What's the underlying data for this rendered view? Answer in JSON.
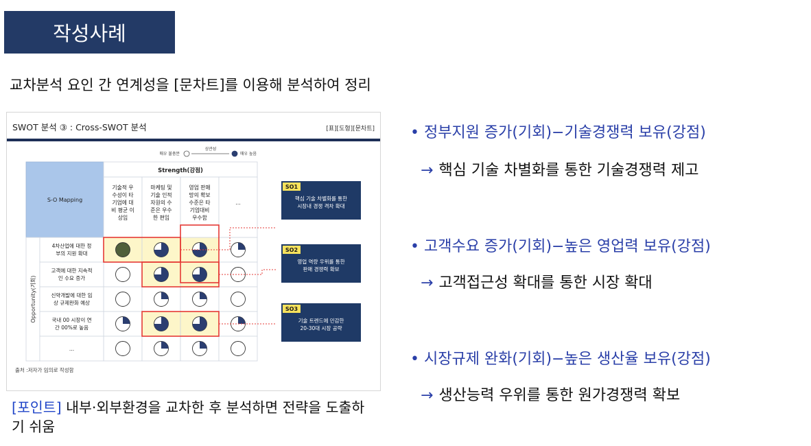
{
  "header": {
    "title": "작성사례"
  },
  "subtitle": "교차분석 요인 간 연계성을 [문차트]를 이용해 분석하여 정리",
  "figure": {
    "title": "SWOT 분석 ③ : Cross-SWOT 분석",
    "tag": "[표][도형][문차트]",
    "legend": {
      "low": "매우 불충분",
      "mid": "상관성",
      "high": "매우 높음"
    },
    "corner": "S-O Mapping",
    "strength_header": "Strength(강점)",
    "opportunity_header": "Opportunity(기회)",
    "strengths": [
      [
        "기술적 우",
        "수성이 타",
        "기업에 대",
        "비 평균 이",
        "상임"
      ],
      [
        "마케팅 및",
        "기술 인적",
        "자원의 수",
        "준은 우수",
        "한 편임"
      ],
      [
        "영업 판매",
        "망의 확보",
        "수준은 타",
        "기업대비",
        "우수함"
      ],
      [
        "..."
      ]
    ],
    "opportunities": [
      [
        "4차산업에 대한 정",
        "부의 지원 확대"
      ],
      [
        "고객에 대한 지속적",
        "인 수요 증가"
      ],
      [
        "신약개발에 대한 임",
        "상 규제완화 예상"
      ],
      [
        "국내 00 시장이 연",
        "간 00%로 높음"
      ],
      [
        "..."
      ]
    ],
    "ratings": [
      [
        4,
        3,
        3,
        1
      ],
      [
        0,
        3,
        3,
        0
      ],
      [
        0,
        1,
        1,
        0
      ],
      [
        1,
        3,
        3,
        1
      ],
      [
        0,
        1,
        1,
        0
      ]
    ],
    "strategies": [
      {
        "code": "SO1",
        "text": [
          "핵심 기술 차별화를 통한",
          "시장내 경쟁 격차 확대"
        ]
      },
      {
        "code": "SO2",
        "text": [
          "영업 역량 우위를 통한",
          "판매 경쟁력 확보"
        ]
      },
      {
        "code": "SO3",
        "text": [
          "기술 트렌드에 민감한",
          "20-30대 시장 공략"
        ]
      }
    ],
    "source": "출처 :저자가 임의로 작성함"
  },
  "point": {
    "label": "[포인트]",
    "text": " 내부·외부환경을 교차한 후 분석하면 전략을 도출하기 쉬움"
  },
  "items": [
    {
      "bullet": "• 정부지원 증가(기회)−기술경쟁력 보유(강점)",
      "result": "핵심 기술 차별화를 통한 기술경쟁력 제고"
    },
    {
      "bullet": "• 고객수요 증가(기회)−높은 영업력 보유(강점)",
      "result": "고객접근성 확대를 통한 시장 확대"
    },
    {
      "bullet": "• 시장규제 완화(기회)−높은 생산율 보유(강점)",
      "result": "생산능력 우위를 통한 원가경쟁력 확보"
    }
  ],
  "arrow_glyph": "→",
  "colors": {
    "header_bg": "#233a66",
    "accent": "#2a3fa8",
    "strategy_box": "#1f3a66",
    "highlight": "#e53935",
    "cell_highlight": "#fdf6c9",
    "circle_fill": "#505f3a"
  }
}
